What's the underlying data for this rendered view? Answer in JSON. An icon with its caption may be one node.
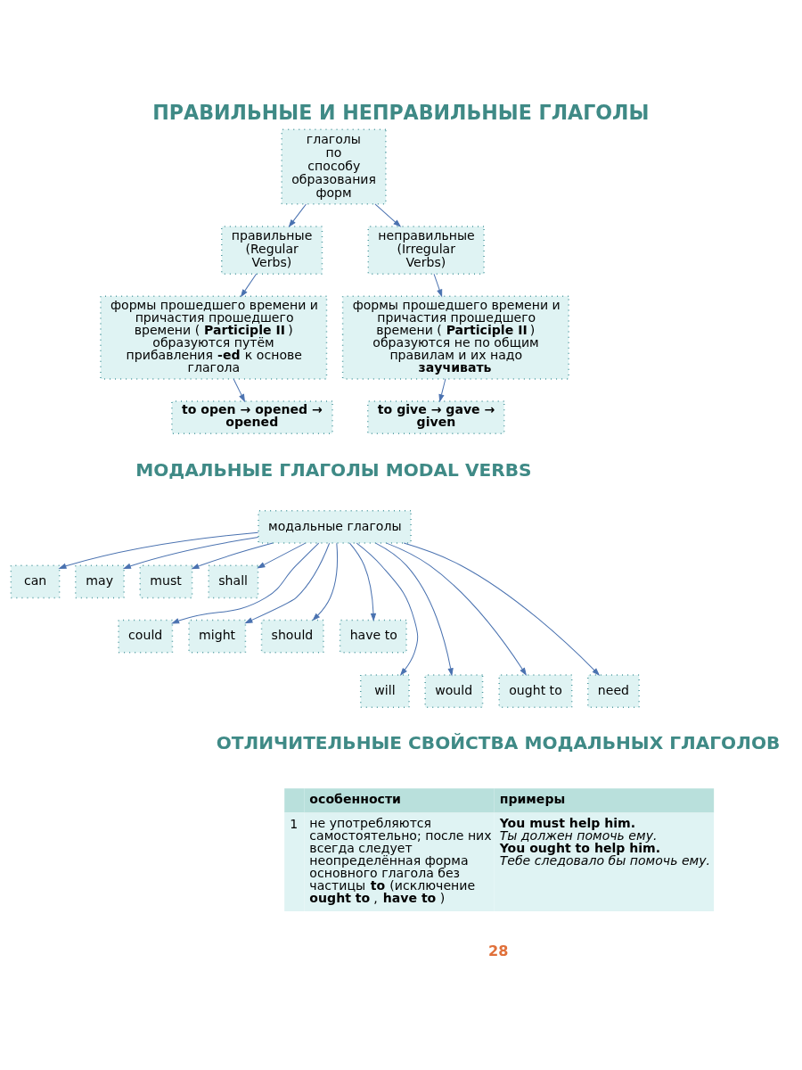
{
  "diagram": {
    "title": "ПРАВИЛЬНЫЕ И НЕПРАВИЛЬНЫЕ ГЛАГОЛЫ",
    "nodes": [
      {
        "text": [
          "глаголы по способу образования форм"
        ]
      },
      {
        "text": [
          "правильные (Regular Verbs)"
        ]
      },
      {
        "text": [
          "неправильные (Irregular Verbs)"
        ]
      },
      {
        "text": [
          "формы прошедшего времени и причастия прошедшего времени (**Participle II**) образуются путём прибавления **-ed** к основе глагола"
        ]
      },
      {
        "text": [
          "формы прошедшего времени и причастия прошедшего времени (**Participle II**) образуются не по общим правилам и их надо **заучивать**"
        ]
      },
      {
        "text": [
          "to open → opened → opened"
        ]
      },
      {
        "text": [
          "to give → gave → given"
        ]
      },
      {
        "text": [
          "модальные глаголы"
        ]
      },
      {
        "text": [
          "can"
        ]
      },
      {
        "text": [
          "may"
        ]
      },
      {
        "text": [
          "must"
        ]
      },
      {
        "text": [
          "shall"
        ]
      },
      {
        "text": [
          "could"
        ]
      },
      {
        "text": [
          "might"
        ]
      },
      {
        "text": [
          "should"
        ]
      },
      {
        "text": [
          "have to"
        ]
      },
      {
        "text": [
          "will"
        ]
      },
      {
        "text": [
          "would"
        ]
      },
      {
        "text": [
          "ought to"
        ]
      },
      {
        "text": [
          "need"
        ]
      }
    ],
    "edges": [
      {
        "from": 0,
        "to": 1,
        "arrow": "to"
      },
      {
        "from": 0,
        "to": 2,
        "arrow": "to"
      },
      {
        "from": 1,
        "to": 3,
        "arrow": "to"
      },
      {
        "from": 2,
        "to": 4,
        "arrow": "to"
      },
      {
        "from": 3,
        "to": 5,
        "arrow": "to"
      },
      {
        "from": 4,
        "to": 6,
        "arrow": "to"
      },
      {
        "from": 7,
        "to": 8,
        "arrow": "to"
      },
      {
        "from": 7,
        "to": 16,
        "arrow": "to"
      },
      {
        "from": 7,
        "to": 12,
        "arrow": "to"
      },
      {
        "from": 7,
        "to": 17,
        "arrow": "to"
      },
      {
        "from": 7,
        "to": 9,
        "arrow": "to"
      },
      {
        "from": 7,
        "to": 13,
        "arrow": "to"
      },
      {
        "from": 7,
        "to": 18,
        "arrow": "to"
      },
      {
        "from": 7,
        "to": 10,
        "arrow": "to"
      },
      {
        "from": 7,
        "to": 14,
        "arrow": "to"
      },
      {
        "from": 7,
        "to": 19,
        "arrow": "to"
      },
      {
        "from": 7,
        "to": 15,
        "arrow": "to"
      },
      {
        "from": 7,
        "to": 11,
        "arrow": "to"
      }
    ],
    "labels": [
      "МОДАЛЬНЫЕ ГЛАГОЛЫ MODAL VERBS",
      "ОТЛИЧИТЕЛЬНЫЕ СВОЙСТВА МОДАЛЬНЫХ ГЛАГОЛОВ",
      "особенности",
      "примеры",
      "1",
      "не употребляются самостоятельно; после них всегда следует неопределённая форма основного глагола без частицы **to** (исключение **ought to**, **have to**)",
      "You must help him.",
      "Ты должен помочь ему.",
      "You ought to help him.",
      "Тебе следовало бы помочь ему.",
      "28"
    ]
  }
}
